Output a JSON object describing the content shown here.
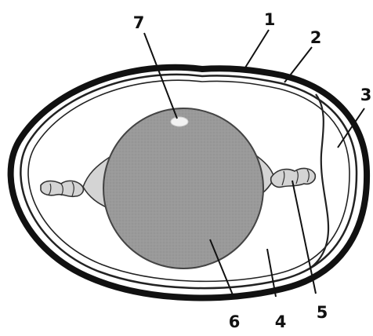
{
  "diagram": {
    "callouts": [
      {
        "id": "1",
        "label": "1"
      },
      {
        "id": "2",
        "label": "2"
      },
      {
        "id": "3",
        "label": "3"
      },
      {
        "id": "4",
        "label": "4"
      },
      {
        "id": "5",
        "label": "5"
      },
      {
        "id": "6",
        "label": "6"
      },
      {
        "id": "7",
        "label": "7"
      }
    ],
    "colors": {
      "shell": "#111111",
      "membrane": "#222222",
      "albumen": "#ffffff",
      "yolk_fill": "#9a9a9a",
      "yolk_stroke": "#444444",
      "chalaza_fill": "#d4d4d4",
      "germinal_disc": "#f2f2f2",
      "background": "#ffffff"
    }
  }
}
